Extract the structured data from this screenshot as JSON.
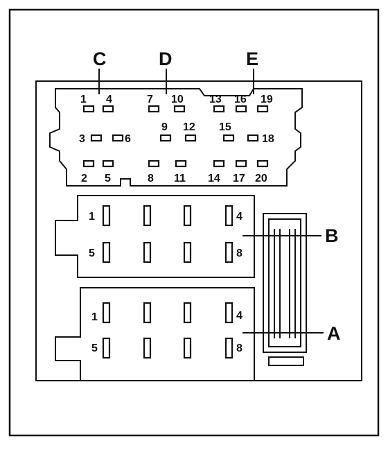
{
  "colors": {
    "line": "#111111",
    "background": "#ffffff"
  },
  "top_connector": {
    "groups": [
      "C",
      "D",
      "E"
    ],
    "pins": [
      "1",
      "4",
      "7",
      "10",
      "13",
      "16",
      "19",
      "3",
      "6",
      "9",
      "12",
      "15",
      "18",
      "2",
      "5",
      "8",
      "11",
      "14",
      "17",
      "20"
    ]
  },
  "block_b": {
    "letter": "B",
    "labels": [
      "1",
      "4",
      "5",
      "8"
    ]
  },
  "block_a": {
    "letter": "A",
    "labels": [
      "1",
      "4",
      "5",
      "8"
    ]
  }
}
